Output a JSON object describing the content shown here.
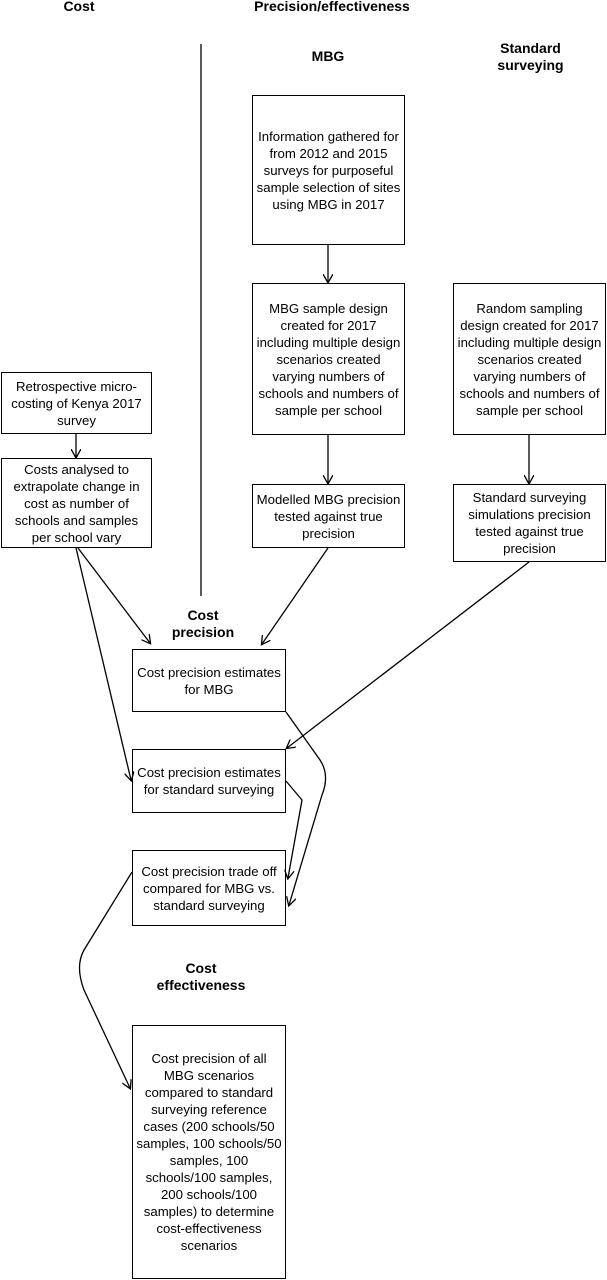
{
  "headers": {
    "cost": "Cost",
    "precision_effectiveness": "Precision/effectiveness",
    "mbg": "MBG",
    "standard_surveying": "Standard surveying",
    "cost_precision": "Cost precision",
    "cost_effectiveness": "Cost effectiveness"
  },
  "nodes": {
    "information_gathered": "Information gathered for from 2012 and 2015 surveys for purposeful sample selection of sites using MBG in 2017",
    "mbg_sample_design": "MBG sample design created for 2017 including multiple design scenarios created varying numbers of schools and numbers of sample per school",
    "random_sampling_design": "Random sampling design created for 2017 including multiple design scenarios created varying numbers of schools and numbers of sample per school",
    "retrospective_costing": "Retrospective micro-costing of Kenya 2017 survey",
    "costs_analysed": "Costs analysed to extrapolate change in cost as number of schools and samples per school vary",
    "modelled_mbg_precision": "Modelled MBG precision tested against true precision",
    "standard_surveying_simulations": "Standard surveying simulations precision tested against true precision",
    "cost_precision_mbg": "Cost precision estimates for MBG",
    "cost_precision_standard": "Cost precision estimates for standard surveying",
    "cost_precision_tradeoff": "Cost precision trade off compared for MBG vs. standard surveying",
    "cost_precision_all_scenarios": "Cost precision of all MBG scenarios compared to standard surveying reference cases (200 schools/50 samples, 100 schools/50 samples, 100 schools/100 samples, 200 schools/100 samples) to determine cost-effectiveness scenarios"
  }
}
